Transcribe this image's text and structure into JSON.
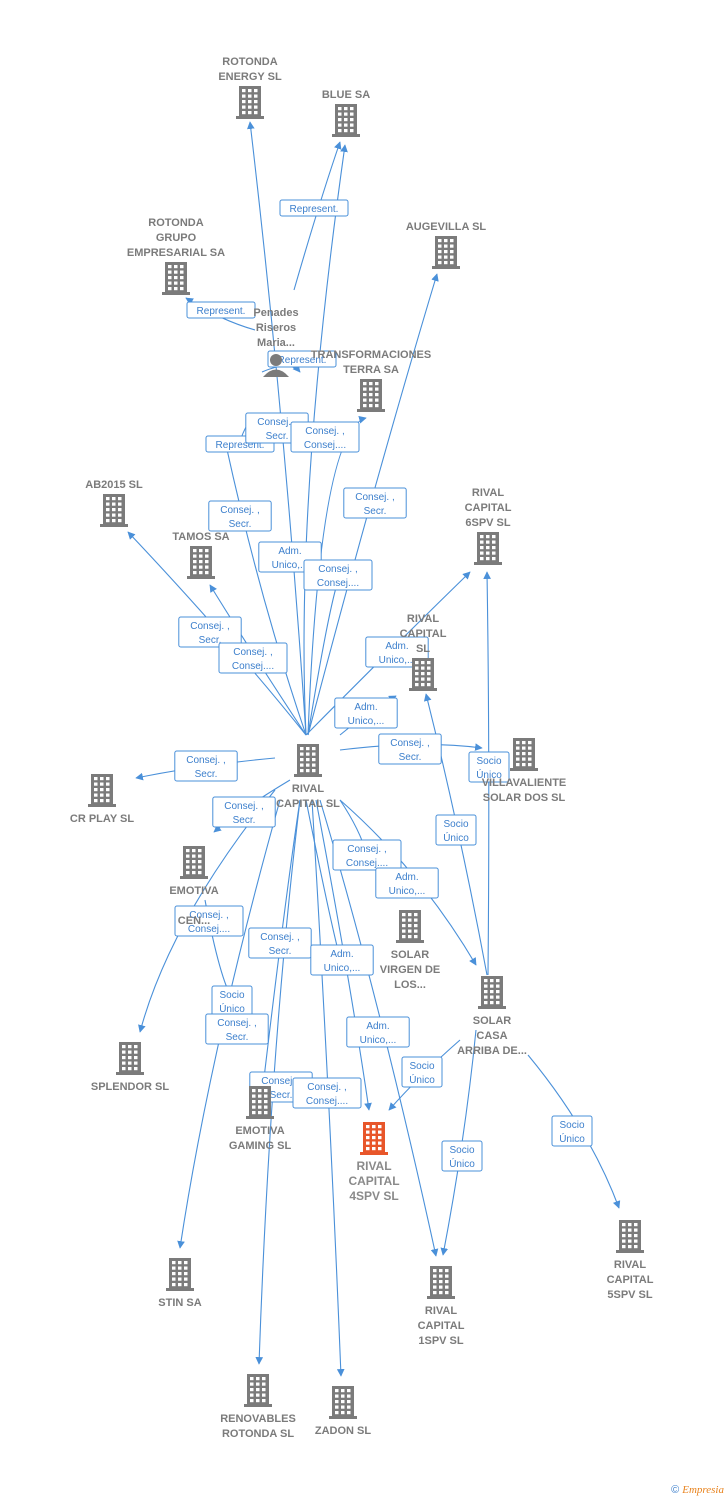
{
  "colors": {
    "edge": "#4a90d9",
    "building": "#7b7b7b",
    "focus": "#e8562a",
    "label": "#7b7b7b"
  },
  "nodes": [
    {
      "id": "rotonda_energy",
      "lines": [
        "ROTONDA",
        "ENERGY  SL"
      ],
      "icon": "building"
    },
    {
      "id": "blue_sa",
      "lines": [
        "BLUE SA"
      ],
      "icon": "building"
    },
    {
      "id": "rotonda_grupo",
      "lines": [
        "ROTONDA",
        "GRUPO",
        "EMPRESARIAL SA"
      ],
      "icon": "building"
    },
    {
      "id": "augevilla",
      "lines": [
        "AUGEVILLA  SL"
      ],
      "icon": "building"
    },
    {
      "id": "penades",
      "lines": [
        "Penades",
        "Riseros",
        "Maria..."
      ],
      "icon": "person"
    },
    {
      "id": "transformaciones",
      "lines": [
        "TRANSFORMACIONES",
        "TERRA SA"
      ],
      "icon": "building"
    },
    {
      "id": "ab2015",
      "lines": [
        "AB2015  SL"
      ],
      "icon": "building"
    },
    {
      "id": "tamos",
      "lines": [
        "TAMOS SA"
      ],
      "icon": "building"
    },
    {
      "id": "rc6",
      "lines": [
        "RIVAL",
        "CAPITAL",
        "6SPV  SL"
      ],
      "icon": "building"
    },
    {
      "id": "rc_sl2",
      "lines": [
        "RIVAL",
        "CAPITAL",
        "SL"
      ],
      "icon": "building"
    },
    {
      "id": "rival_capital",
      "lines": [
        "RIVAL",
        "CAPITAL SL"
      ],
      "icon": "building"
    },
    {
      "id": "villavaliente",
      "lines": [
        "VILLAVALIENTE",
        "SOLAR DOS SL"
      ],
      "icon": "building"
    },
    {
      "id": "cr_play",
      "lines": [
        "CR PLAY  SL"
      ],
      "icon": "building"
    },
    {
      "id": "emotiva_cen",
      "lines": [
        "EMOTIVA",
        "",
        "CEN..."
      ],
      "icon": "building"
    },
    {
      "id": "solar_virgen",
      "lines": [
        "SOLAR",
        "VIRGEN DE",
        "LOS..."
      ],
      "icon": "building"
    },
    {
      "id": "solar_casa",
      "lines": [
        "SOLAR",
        "CASA",
        "ARRIBA DE..."
      ],
      "icon": "building"
    },
    {
      "id": "splendor",
      "lines": [
        "SPLENDOR SL"
      ],
      "icon": "building"
    },
    {
      "id": "emotiva_gaming",
      "lines": [
        "EMOTIVA",
        "GAMING  SL"
      ],
      "icon": "building"
    },
    {
      "id": "rc4",
      "lines": [
        "RIVAL",
        "CAPITAL",
        "4SPV  SL"
      ],
      "icon": "building-focus"
    },
    {
      "id": "rc5",
      "lines": [
        "RIVAL",
        "CAPITAL",
        "5SPV  SL"
      ],
      "icon": "building"
    },
    {
      "id": "stin",
      "lines": [
        "STIN SA"
      ],
      "icon": "building"
    },
    {
      "id": "rc1",
      "lines": [
        "RIVAL",
        "CAPITAL",
        "1SPV  SL"
      ],
      "icon": "building"
    },
    {
      "id": "renovables",
      "lines": [
        "RENOVABLES",
        "ROTONDA  SL"
      ],
      "icon": "building"
    },
    {
      "id": "zadon",
      "lines": [
        "ZADON  SL"
      ],
      "icon": "building"
    }
  ],
  "edge_labels": [
    [
      "Represent."
    ],
    [
      "Represent."
    ],
    [
      "Represent."
    ],
    [
      "Represent."
    ],
    [
      "Consej. ,",
      "Secr."
    ],
    [
      "Consej. ,",
      "Consej...."
    ],
    [
      "Consej. ,",
      "Secr."
    ],
    [
      "Consej. ,",
      "Secr."
    ],
    [
      "Adm.",
      "Unico,..."
    ],
    [
      "Consej. ,",
      "Consej...."
    ],
    [
      "Consej. ,",
      "Secr."
    ],
    [
      "Consej. ,",
      "Consej...."
    ],
    [
      "Adm.",
      "Unico,..."
    ],
    [
      "Adm.",
      "Unico,..."
    ],
    [
      "Consej. ,",
      "Secr."
    ],
    [
      "Socio",
      "Único"
    ],
    [
      "Consej. ,",
      "Secr."
    ],
    [
      "Consej. ,",
      "Secr."
    ],
    [
      "Socio",
      "Único"
    ],
    [
      "Consej. ,",
      "Consej...."
    ],
    [
      "Adm.",
      "Unico,..."
    ],
    [
      "Consej. ,",
      "Consej...."
    ],
    [
      "Consej. ,",
      "Secr."
    ],
    [
      "Adm.",
      "Unico,..."
    ],
    [
      "Socio",
      "Único"
    ],
    [
      "Consej. ,",
      "Secr."
    ],
    [
      "Adm.",
      "Unico,..."
    ],
    [
      "Socio",
      "Único"
    ],
    [
      "Consej. ,",
      "Secr."
    ],
    [
      "Consej. ,",
      "Consej...."
    ],
    [
      "Socio",
      "Único"
    ],
    [
      "Socio",
      "Único"
    ]
  ],
  "footer": {
    "copyright": "©",
    "brand": "Empresia"
  }
}
